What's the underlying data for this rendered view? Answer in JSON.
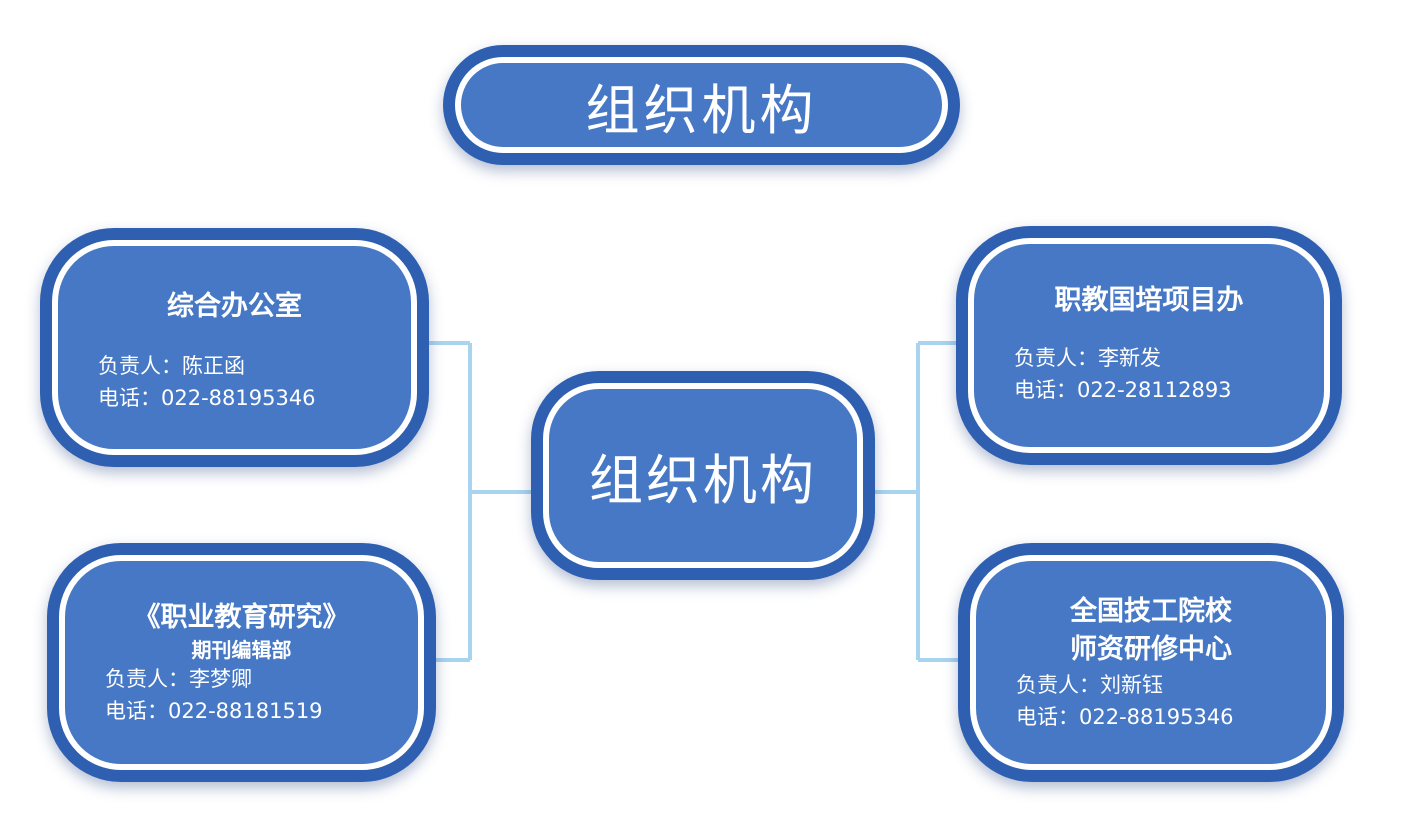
{
  "title": "组织机构",
  "center": "组织机构",
  "departments": [
    {
      "name": "综合办公室",
      "manager": "负责人：陈正函",
      "phone": "电话：022-88195346"
    },
    {
      "name": "《职业教育研究》",
      "name_sub": "期刊编辑部",
      "manager": "负责人：李梦卿",
      "phone": "电话：022-88181519"
    },
    {
      "name": "职教国培项目办",
      "manager": "负责人：李新发",
      "phone": "电话：022-28112893"
    },
    {
      "name": "全国技工院校",
      "name_line2": "师资研修中心",
      "manager": "负责人：刘新钰",
      "phone": "电话：022-88195346"
    }
  ],
  "colors": {
    "node_fill": "#4678c6",
    "node_outer": "#2f5fb0",
    "connector": "#a8d4ef"
  }
}
